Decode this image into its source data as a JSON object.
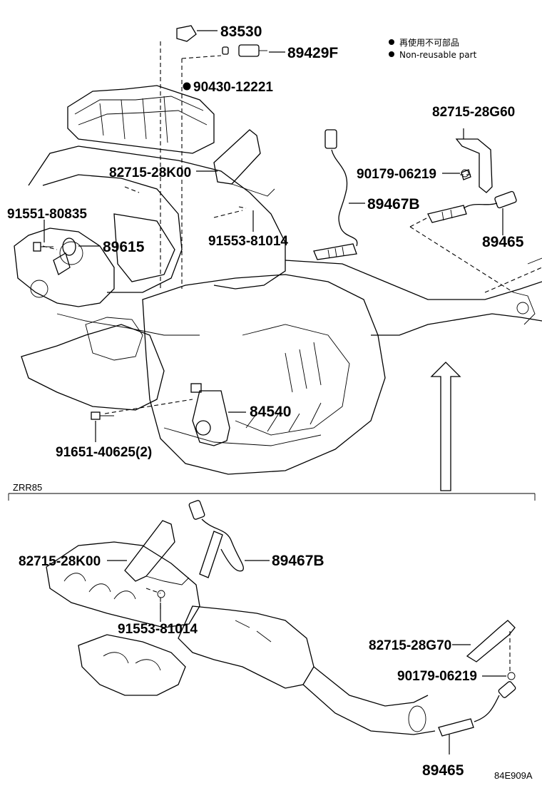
{
  "legend": {
    "japanese": "再使用不可部品",
    "english": "Non-reusable part"
  },
  "section_label": "ZRR85",
  "diagram_id": "84E909A",
  "callouts_top": {
    "p83530": "83530",
    "p89429F": "89429F",
    "p90430": "90430-12221",
    "p82715_28G60": "82715-28G60",
    "p90179_a": "90179-06219",
    "p82715_28K00_a": "82715-28K00",
    "p89467B_a": "89467B",
    "p91551": "91551-80835",
    "p89615": "89615",
    "p91553_a": "91553-81014",
    "p89465_a": "89465",
    "p84540": "84540",
    "p91651": "91651-40625(2)"
  },
  "callouts_bottom": {
    "p82715_28K00_b": "82715-28K00",
    "p89467B_b": "89467B",
    "p91553_b": "91553-81014",
    "p82715_28G70": "82715-28G70",
    "p90179_b": "90179-06219",
    "p89465_b": "89465"
  }
}
